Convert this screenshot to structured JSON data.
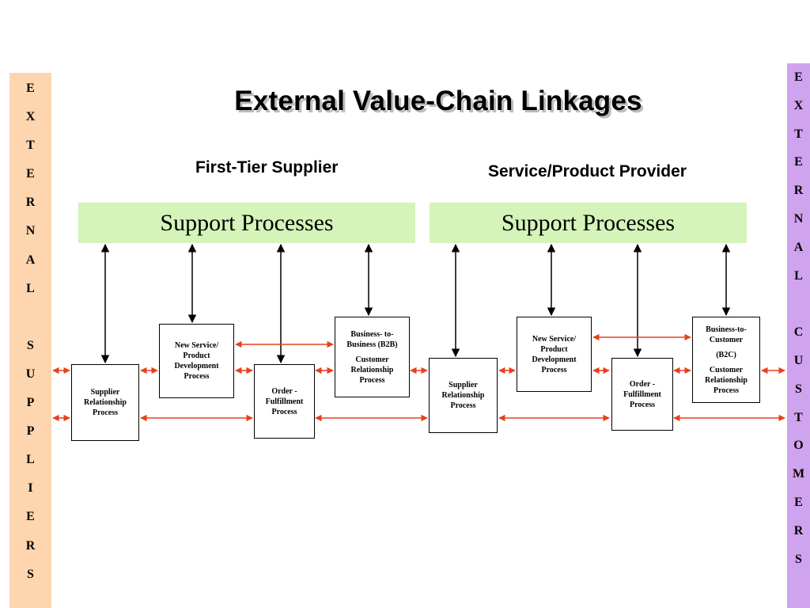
{
  "title": "External Value-Chain Linkages",
  "left_side": {
    "letters": [
      "E",
      "X",
      "T",
      "E",
      "R",
      "N",
      "A",
      "L",
      "",
      "S",
      "U",
      "P",
      "P",
      "L",
      "I",
      "E",
      "R",
      "S"
    ]
  },
  "right_side": {
    "letters": [
      "E",
      "X",
      "T",
      "E",
      "R",
      "N",
      "A",
      "L",
      "",
      "C",
      "U",
      "S",
      "T",
      "O",
      "M",
      "E",
      "R",
      "S"
    ]
  },
  "tiers": {
    "first": "First-Tier Supplier",
    "second": "Service/Product Provider"
  },
  "support": {
    "left": "Support Processes",
    "right": "Support Processes"
  },
  "left_group": {
    "srp": [
      "Supplier",
      "Relationship",
      "Process"
    ],
    "nspd": [
      "New Service/",
      "Product",
      "Development",
      "Process"
    ],
    "of": [
      "Order -",
      "Fulfillment",
      "Process"
    ],
    "b2b_top": [
      "Business- to-",
      "Business (B2B)"
    ],
    "b2b_bottom": [
      "Customer",
      "Relationship",
      "Process"
    ]
  },
  "right_group": {
    "srp": [
      "Supplier",
      "Relationship",
      "Process"
    ],
    "nspd": [
      "New Service/",
      "Product",
      "Development",
      "Process"
    ],
    "of": [
      "Order -",
      "Fulfillment",
      "Process"
    ],
    "b2c_top": [
      "Business-to-",
      "Customer"
    ],
    "b2c_mid": "(B2C)",
    "b2c_bottom": [
      "Customer",
      "Relationship",
      "Process"
    ]
  },
  "colors": {
    "left_band": "#fdd5ae",
    "right_band": "#cfa3ee",
    "support_fill": "#d4f4b9",
    "red_arrow": "#e8401c",
    "black_arrow": "#000000"
  }
}
